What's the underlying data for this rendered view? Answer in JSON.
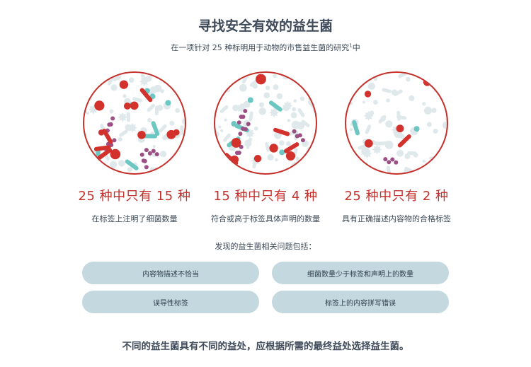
{
  "header": {
    "title": "寻找安全有效的益生菌",
    "subtitle": "在一项针对 25 种标明用于动物的市售益生菌的研究",
    "subtitle_sup": "1",
    "subtitle_end": "中"
  },
  "findings": [
    {
      "stat": "25 种中只有 15 种",
      "desc": "在标签上注明了细菌数量"
    },
    {
      "stat": "15 种中只有 4 种",
      "desc": "符合或高于标签具体声明的数量"
    },
    {
      "stat": "25 种中只有 2 种",
      "desc": "具有正确描述内容物的合格标签"
    }
  ],
  "issues": {
    "heading": "发现的益生菌相关问题包括：",
    "items": [
      "内容物描述不恰当",
      "细菌数量少于标签和声明上的数量",
      "误导性标签",
      "标签上的内容拼写错误"
    ]
  },
  "footer": "不同的益生菌具有不同的益处，应根据所需的最终益处选择益生菌。",
  "colors": {
    "stat_red": "#c4302b",
    "circle_border": "#c4302b",
    "pill_bg": "#c3d9df",
    "bacteria_red": "#d3312c",
    "bacteria_teal": "#6cc7c3",
    "bacteria_purple": "#9c4f84",
    "bacteria_pale": "#dfe9ec"
  }
}
